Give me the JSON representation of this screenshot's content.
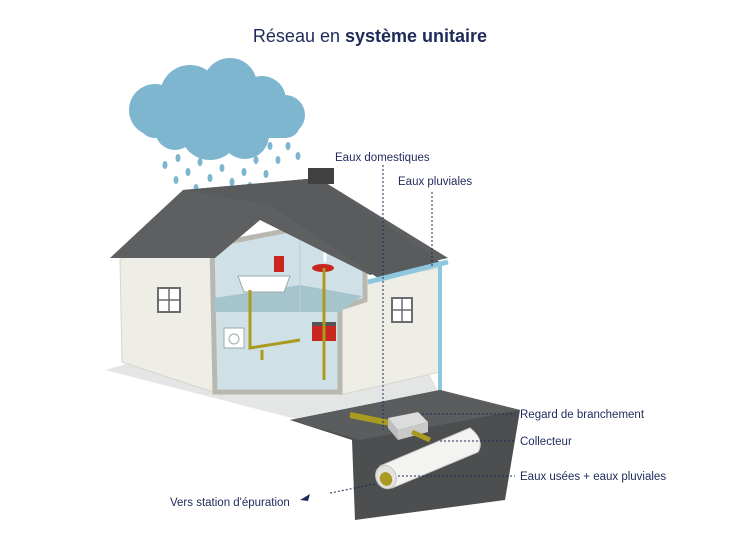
{
  "title": {
    "normal": "Réseau en ",
    "bold": "système unitaire"
  },
  "labels": {
    "eaux_domestiques": "Eaux domestiques",
    "eaux_pluviales": "Eaux pluviales",
    "regard": "Regard de branchement",
    "collecteur": "Collecteur",
    "eaux_mixtes": "Eaux usées + eaux pluviales",
    "station": "Vers station d'épuration"
  },
  "colors": {
    "title": "#1f2a5a",
    "cloud": "#7fb6cf",
    "roof": "#5d5f60",
    "wall": "#eeede6",
    "wastewater_pipe": "#a99b1f",
    "rain_pipe": "#8dc7dd",
    "interior": "#cfe1e6",
    "ground": "#4c4e4f"
  }
}
